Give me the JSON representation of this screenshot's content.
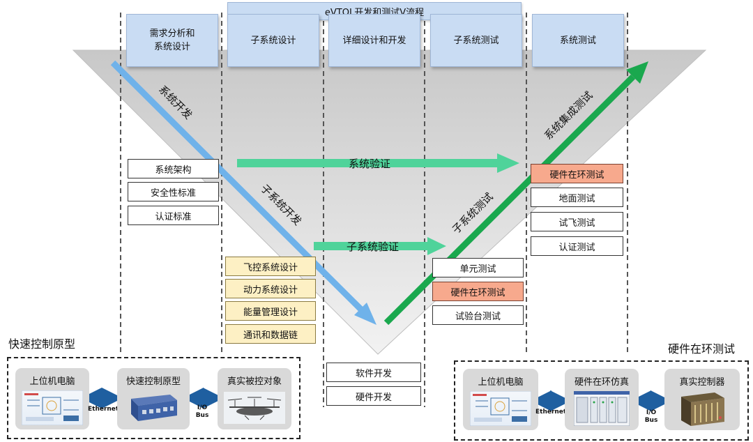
{
  "title": "eVTOL开发和测试V流程",
  "phases": [
    {
      "label": "需求分析和\n系统设计"
    },
    {
      "label": "子系统设计"
    },
    {
      "label": "详细设计和开发"
    },
    {
      "label": "子系统测试"
    },
    {
      "label": "系统测试"
    }
  ],
  "diagonal_labels": {
    "system_dev": "系统开发",
    "subsystem_dev": "子系统开发",
    "subsystem_test": "子系统测试",
    "system_integration_test": "系统集成测试"
  },
  "flows": {
    "system_verification": "系统验证",
    "subsystem_verification": "子系统验证"
  },
  "requirements_items": [
    "系统架构",
    "安全性标准",
    "认证标准"
  ],
  "subsystem_design_items": [
    "飞控系统设计",
    "动力系统设计",
    "能量管理设计",
    "通讯和数据链"
  ],
  "dev_items": [
    "软件开发",
    "硬件开发"
  ],
  "subsystem_test_items": [
    "单元测试",
    "硬件在环测试",
    "试验台测试"
  ],
  "system_test_items": [
    "硬件在环测试",
    "地面测试",
    "试飞测试",
    "认证测试"
  ],
  "rcp": {
    "title": "快速控制原型",
    "devices": [
      "上位机电脑",
      "快速控制原型",
      "真实被控对象"
    ],
    "links": [
      "Ethernet",
      "I/O\nBus"
    ]
  },
  "hil": {
    "title": "硬件在环测试",
    "devices": [
      "上位机电脑",
      "硬件在环仿真",
      "真实控制器"
    ],
    "links": [
      "Ethernet",
      "I/O\nBus"
    ]
  },
  "colors": {
    "phase_fill": "#c9dcf3",
    "triangle_fill": "#d9d9d9",
    "dev_arrow": "#6fb2ea",
    "test_arrow": "#1aa84e",
    "verify_arrow": "#4fd39a",
    "highlight_tag": "#f7a98d",
    "design_tag": "#fdf0c4",
    "link_arrow": "#1f5fa0"
  }
}
